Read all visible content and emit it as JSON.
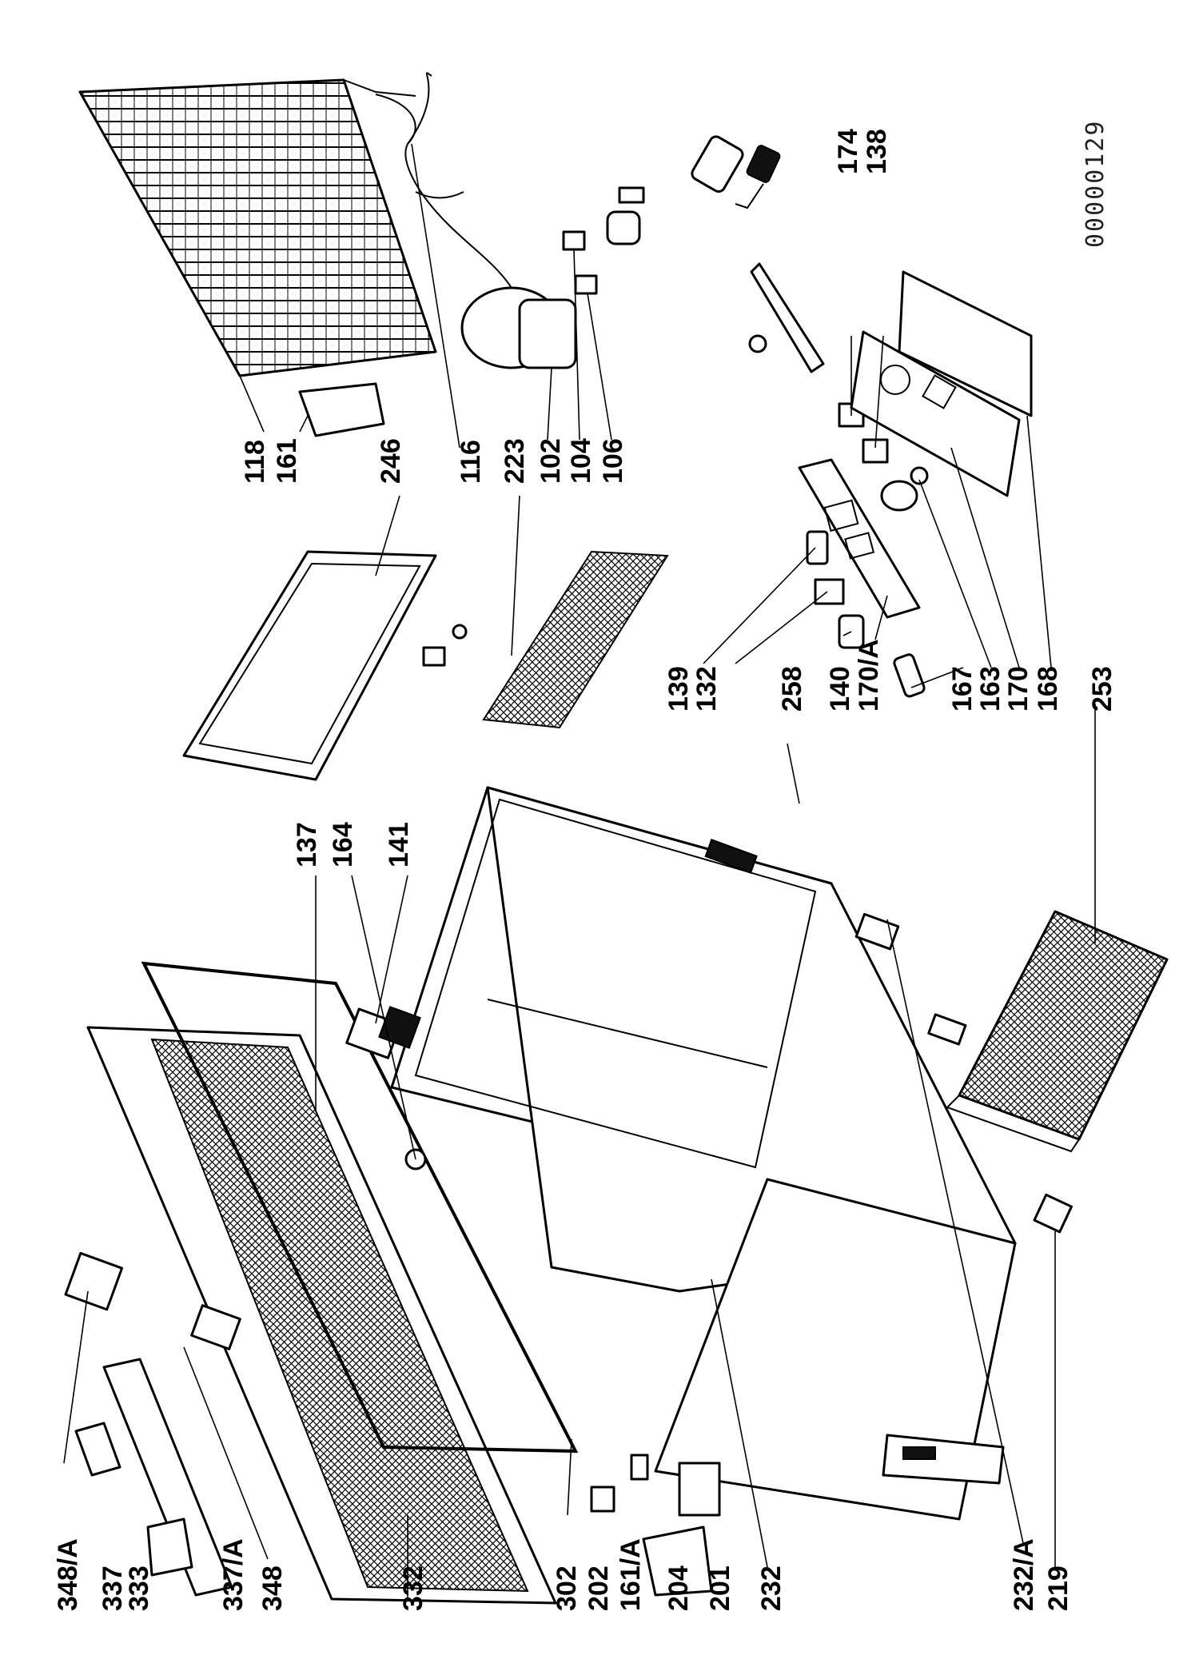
{
  "document_number": "00000129",
  "callouts": [
    {
      "id": "c-348a",
      "text": "348/A"
    },
    {
      "id": "c-337",
      "text": "337"
    },
    {
      "id": "c-333",
      "text": "333"
    },
    {
      "id": "c-337a",
      "text": "337/A"
    },
    {
      "id": "c-348",
      "text": "348"
    },
    {
      "id": "c-332",
      "text": "332"
    },
    {
      "id": "c-302",
      "text": "302"
    },
    {
      "id": "c-202",
      "text": "202"
    },
    {
      "id": "c-161a",
      "text": "161/A"
    },
    {
      "id": "c-204",
      "text": "204"
    },
    {
      "id": "c-201",
      "text": "201"
    },
    {
      "id": "c-232",
      "text": "232"
    },
    {
      "id": "c-232a",
      "text": "232/A"
    },
    {
      "id": "c-219",
      "text": "219"
    },
    {
      "id": "c-137",
      "text": "137"
    },
    {
      "id": "c-164",
      "text": "164"
    },
    {
      "id": "c-141",
      "text": "141"
    },
    {
      "id": "c-118",
      "text": "118"
    },
    {
      "id": "c-161",
      "text": "161"
    },
    {
      "id": "c-246",
      "text": "246"
    },
    {
      "id": "c-116",
      "text": "116"
    },
    {
      "id": "c-223",
      "text": "223"
    },
    {
      "id": "c-102",
      "text": "102"
    },
    {
      "id": "c-104",
      "text": "104"
    },
    {
      "id": "c-106",
      "text": "106"
    },
    {
      "id": "c-139",
      "text": "139"
    },
    {
      "id": "c-132",
      "text": "132"
    },
    {
      "id": "c-258",
      "text": "258"
    },
    {
      "id": "c-140",
      "text": "140"
    },
    {
      "id": "c-170a",
      "text": "170/A"
    },
    {
      "id": "c-167",
      "text": "167"
    },
    {
      "id": "c-163",
      "text": "163"
    },
    {
      "id": "c-170",
      "text": "170"
    },
    {
      "id": "c-168",
      "text": "168"
    },
    {
      "id": "c-253",
      "text": "253"
    },
    {
      "id": "c-174",
      "text": "174"
    },
    {
      "id": "c-138",
      "text": "138"
    }
  ]
}
